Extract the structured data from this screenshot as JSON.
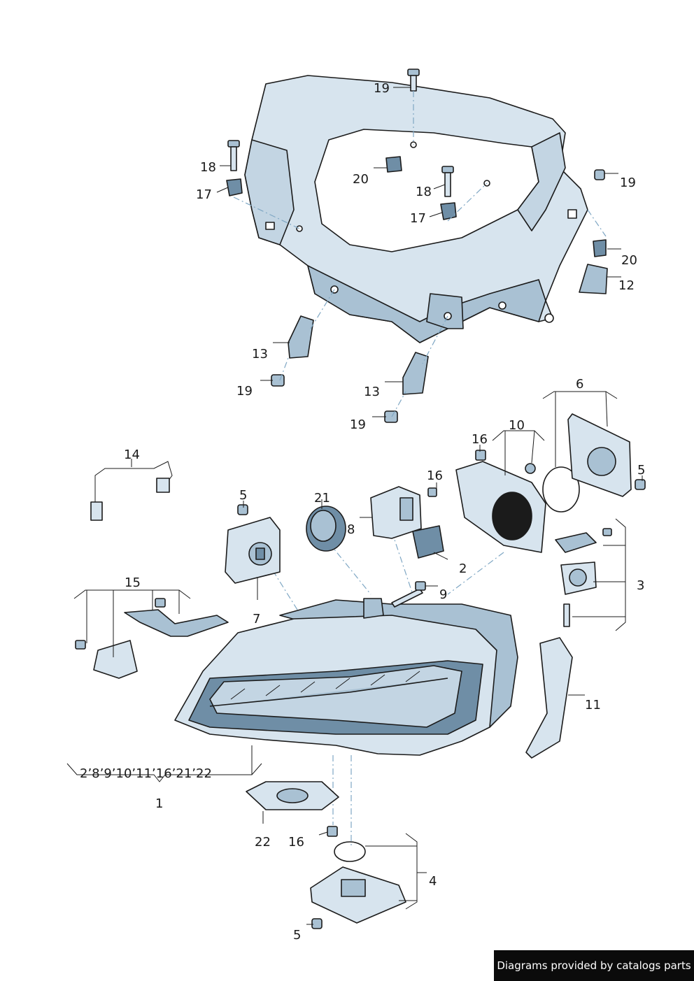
{
  "labels": {
    "l1": "1",
    "l1_list": "2’8’9’10’11’16’21’22",
    "l2": "2",
    "l3": "3",
    "l4": "4",
    "l5a": "5",
    "l5b": "5",
    "l5c": "5",
    "l6": "6",
    "l7": "7",
    "l8": "8",
    "l9": "9",
    "l10": "10",
    "l11": "11",
    "l12": "12",
    "l13a": "13",
    "l13b": "13",
    "l14": "14",
    "l15": "15",
    "l16a": "16",
    "l16b": "16",
    "l16c": "16",
    "l17a": "17",
    "l17b": "17",
    "l18a": "18",
    "l18b": "18",
    "l19a": "19",
    "l19b": "19",
    "l19c": "19",
    "l19d": "19",
    "l20a": "20",
    "l20b": "20",
    "l21": "21",
    "l22": "22"
  },
  "credit": "Diagrams provided by catalogs parts",
  "colors": {
    "part_fill": "#d7e4ee",
    "part_shade": "#a9c1d3",
    "part_dark": "#6f8ea6",
    "leader_dash": "#7fa7c4",
    "ink": "#1b1b1b"
  }
}
